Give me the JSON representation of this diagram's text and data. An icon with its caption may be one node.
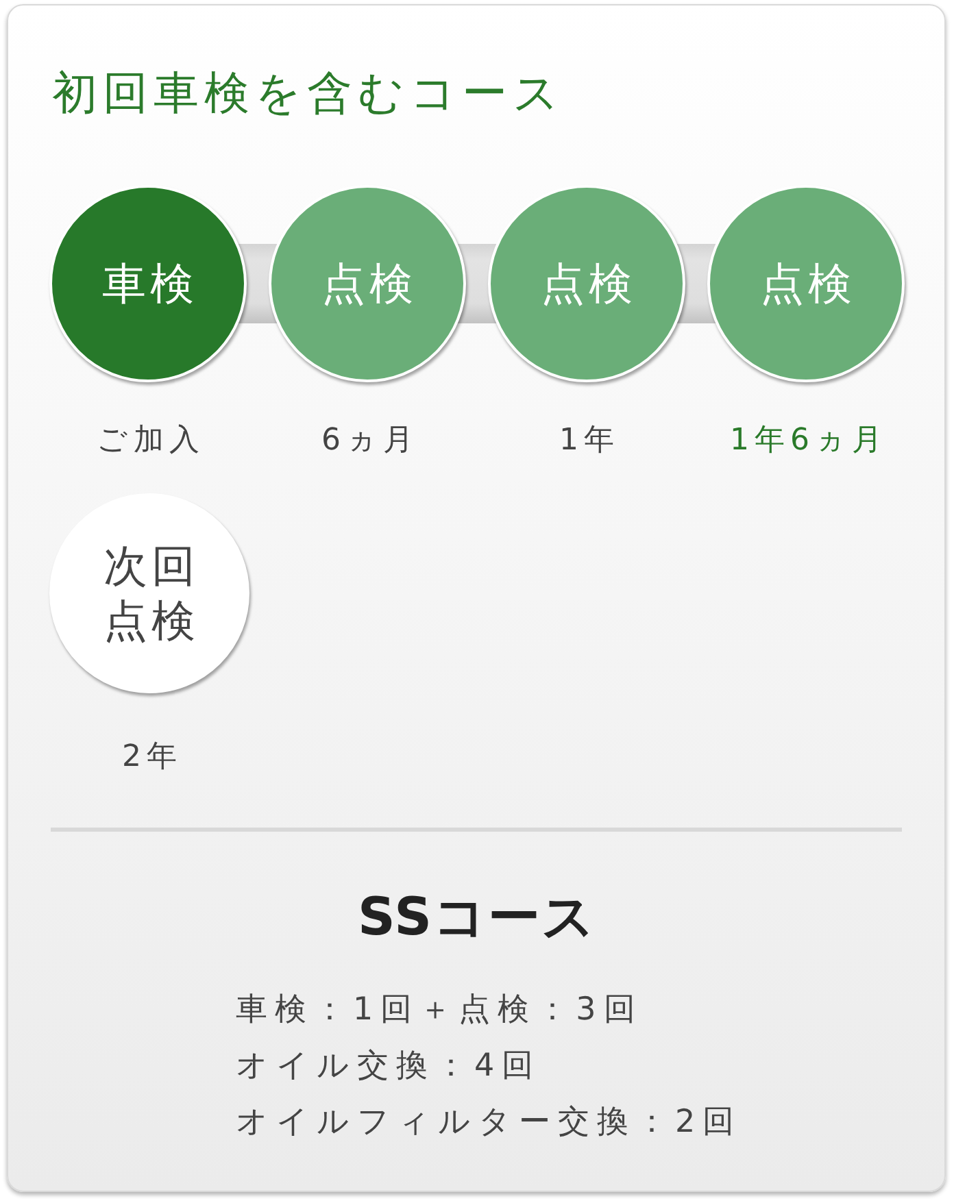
{
  "diagram": {
    "title": "初回車検を含むコース",
    "nodes": [
      {
        "text": [
          "車検"
        ],
        "beside": [
          "ご加入"
        ]
      },
      {
        "text": [
          "点検"
        ],
        "beside": [
          "6ヵ月"
        ]
      },
      {
        "text": [
          "点検"
        ],
        "beside": [
          "1年"
        ]
      },
      {
        "text": [
          "点検"
        ],
        "beside": [
          "1年6ヵ月"
        ]
      },
      {
        "text": [
          "次回点検"
        ],
        "beside": [
          "2年"
        ]
      }
    ],
    "edges": [
      {
        "from": 0,
        "to": 1,
        "arrow": "none"
      },
      {
        "from": 1,
        "to": 2,
        "arrow": "none"
      },
      {
        "from": 2,
        "to": 3,
        "arrow": "none"
      }
    ],
    "labels": [
      "SSコース",
      "車検：1回＋点検：3回",
      "オイル交換：4回",
      "オイルフィルター交換：2回"
    ]
  }
}
